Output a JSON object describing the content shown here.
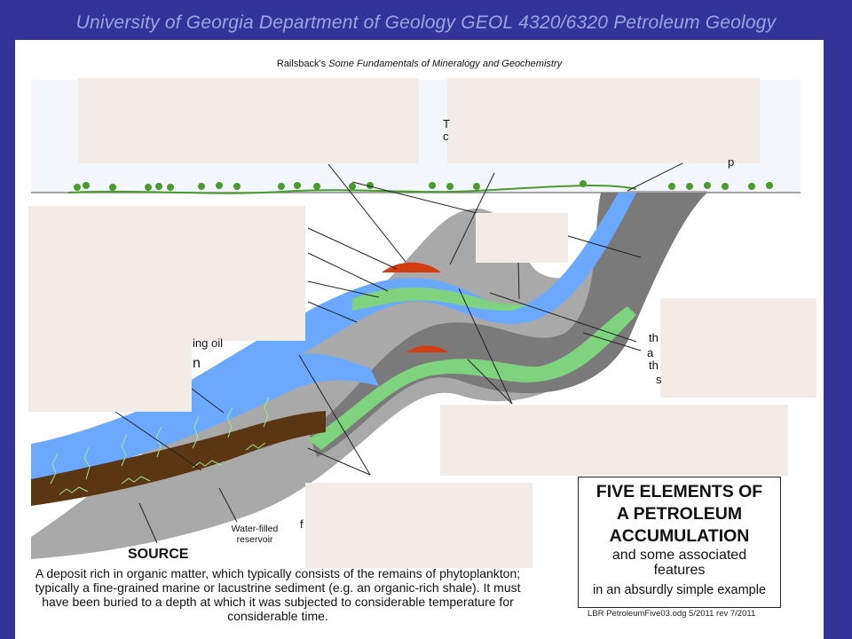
{
  "slide": {
    "title": "University of Georgia Department of Geology GEOL 4320/6320 Petroleum Geology"
  },
  "figure": {
    "caption_prefix": "Railsback's ",
    "caption_italic": "Some Fundamentals of Mineralogy and Geochemistry",
    "source_title": "SOURCE",
    "source_description": "A deposit rich in organic matter, which typically consists of the remains of phytoplankton; typically a fine-grained marine or lacustrine sediment (e.g. an organic-rich shale). It must have been buried to a depth at which it was subjected to considerable temperature for considerable time.",
    "water_filled_label": "Water-filled reservoir",
    "five_title_line1": "FIVE ELEMENTS OF",
    "five_title_line2": "A PETROLEUM",
    "five_title_line3": "ACCUMULATION",
    "five_sub_line1": "and some associated",
    "five_sub_line2": "features",
    "five_sub_line3": "in an absurdly simple example",
    "credit": "LBR PetroleumFive03.odg  5/2011 rev 7/2011",
    "fragments": {
      "t1": "T",
      "c1": "c",
      "p1": "p",
      "ing_oil": "ing oil",
      "n1": "n",
      "th1": "th",
      "a1": "a",
      "th2": "th",
      "s1": "s",
      "f1": "f"
    }
  },
  "colors": {
    "background": "#333399",
    "sky": "#f3f7fb",
    "gray_layer": "#a9a9a9",
    "dark_gray_layer": "#7a7a7a",
    "reservoir_blue": "#6aa9ff",
    "green": "#7fd37f",
    "oil_red": "#d43d12",
    "source_brown": "#5a3612",
    "redacted_box": "#f3ebe5"
  }
}
